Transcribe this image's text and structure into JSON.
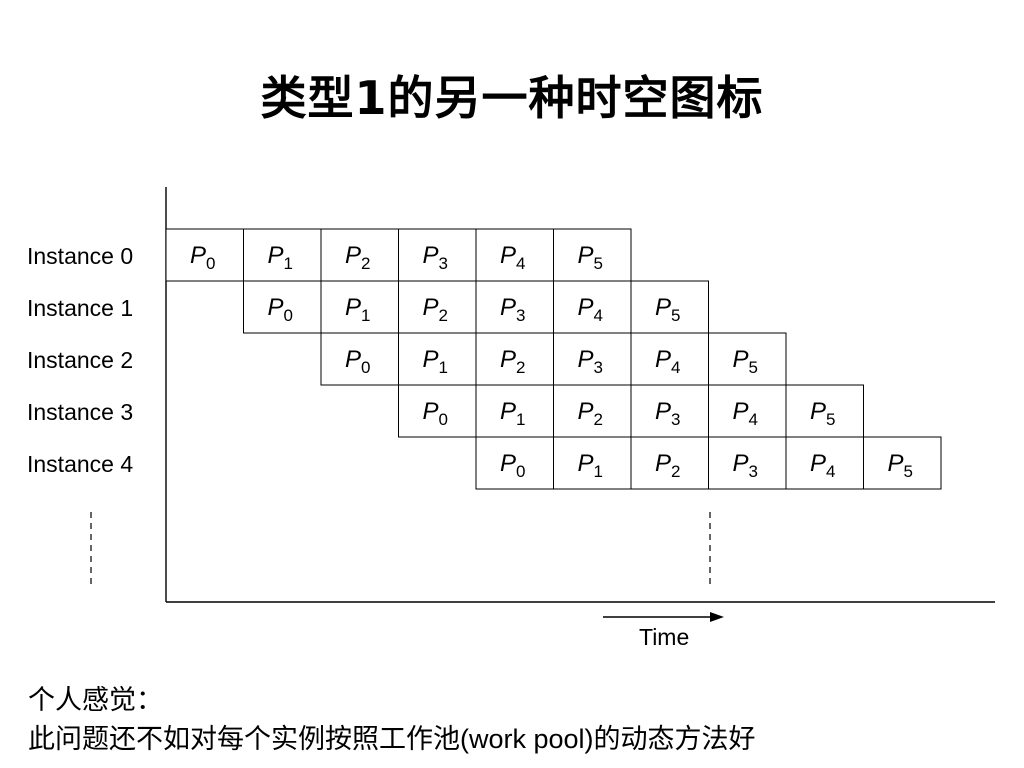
{
  "slide": {
    "title": "类型1的另一种时空图标"
  },
  "diagram": {
    "instances": [
      "Instance 0",
      "Instance 1",
      "Instance 2",
      "Instance 3",
      "Instance 4"
    ],
    "stage_prefix": "P",
    "stages": [
      "0",
      "1",
      "2",
      "3",
      "4",
      "5"
    ],
    "time_label": "Time"
  },
  "notes": {
    "line1": "个人感觉：",
    "line2_prefix": "此问题还不如对每个实例按照工作池",
    "line2_mid": "(work pool)",
    "line2_suffix": "的动态方法好"
  }
}
